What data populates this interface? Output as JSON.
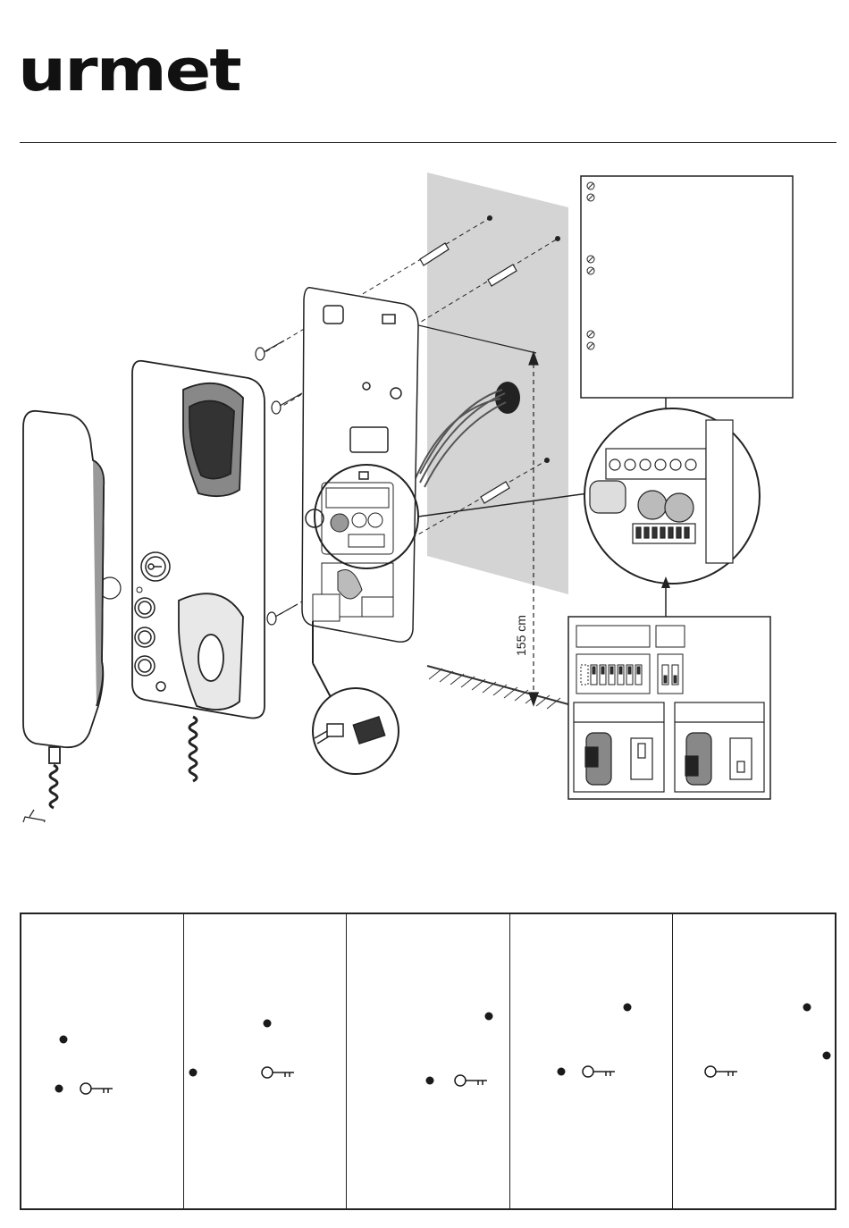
{
  "header": {
    "brand_logo": "urmet"
  },
  "diagram": {
    "height_label": "155 cm",
    "icons": [
      "handset-icon",
      "key-icon",
      "screw-icon",
      "wall-plug-icon",
      "terminal-block-icon",
      "dip-switch-icon",
      "jumper-icon",
      "cable-connector-icon",
      "note-icon"
    ]
  },
  "panels": [
    {
      "id": "p1",
      "icons": [
        "led-dot",
        "led-dot",
        "key-icon"
      ]
    },
    {
      "id": "p2",
      "icons": [
        "led-dot",
        "led-dot",
        "key-icon"
      ]
    },
    {
      "id": "p3",
      "icons": [
        "led-dot",
        "led-dot",
        "key-icon"
      ]
    },
    {
      "id": "p4",
      "icons": [
        "led-dot",
        "led-dot",
        "key-icon"
      ]
    },
    {
      "id": "p5",
      "icons": [
        "led-dot",
        "led-dot",
        "key-icon"
      ]
    }
  ],
  "colors": {
    "ink": "#1a1a1a",
    "wall": "#d4d4d4"
  }
}
